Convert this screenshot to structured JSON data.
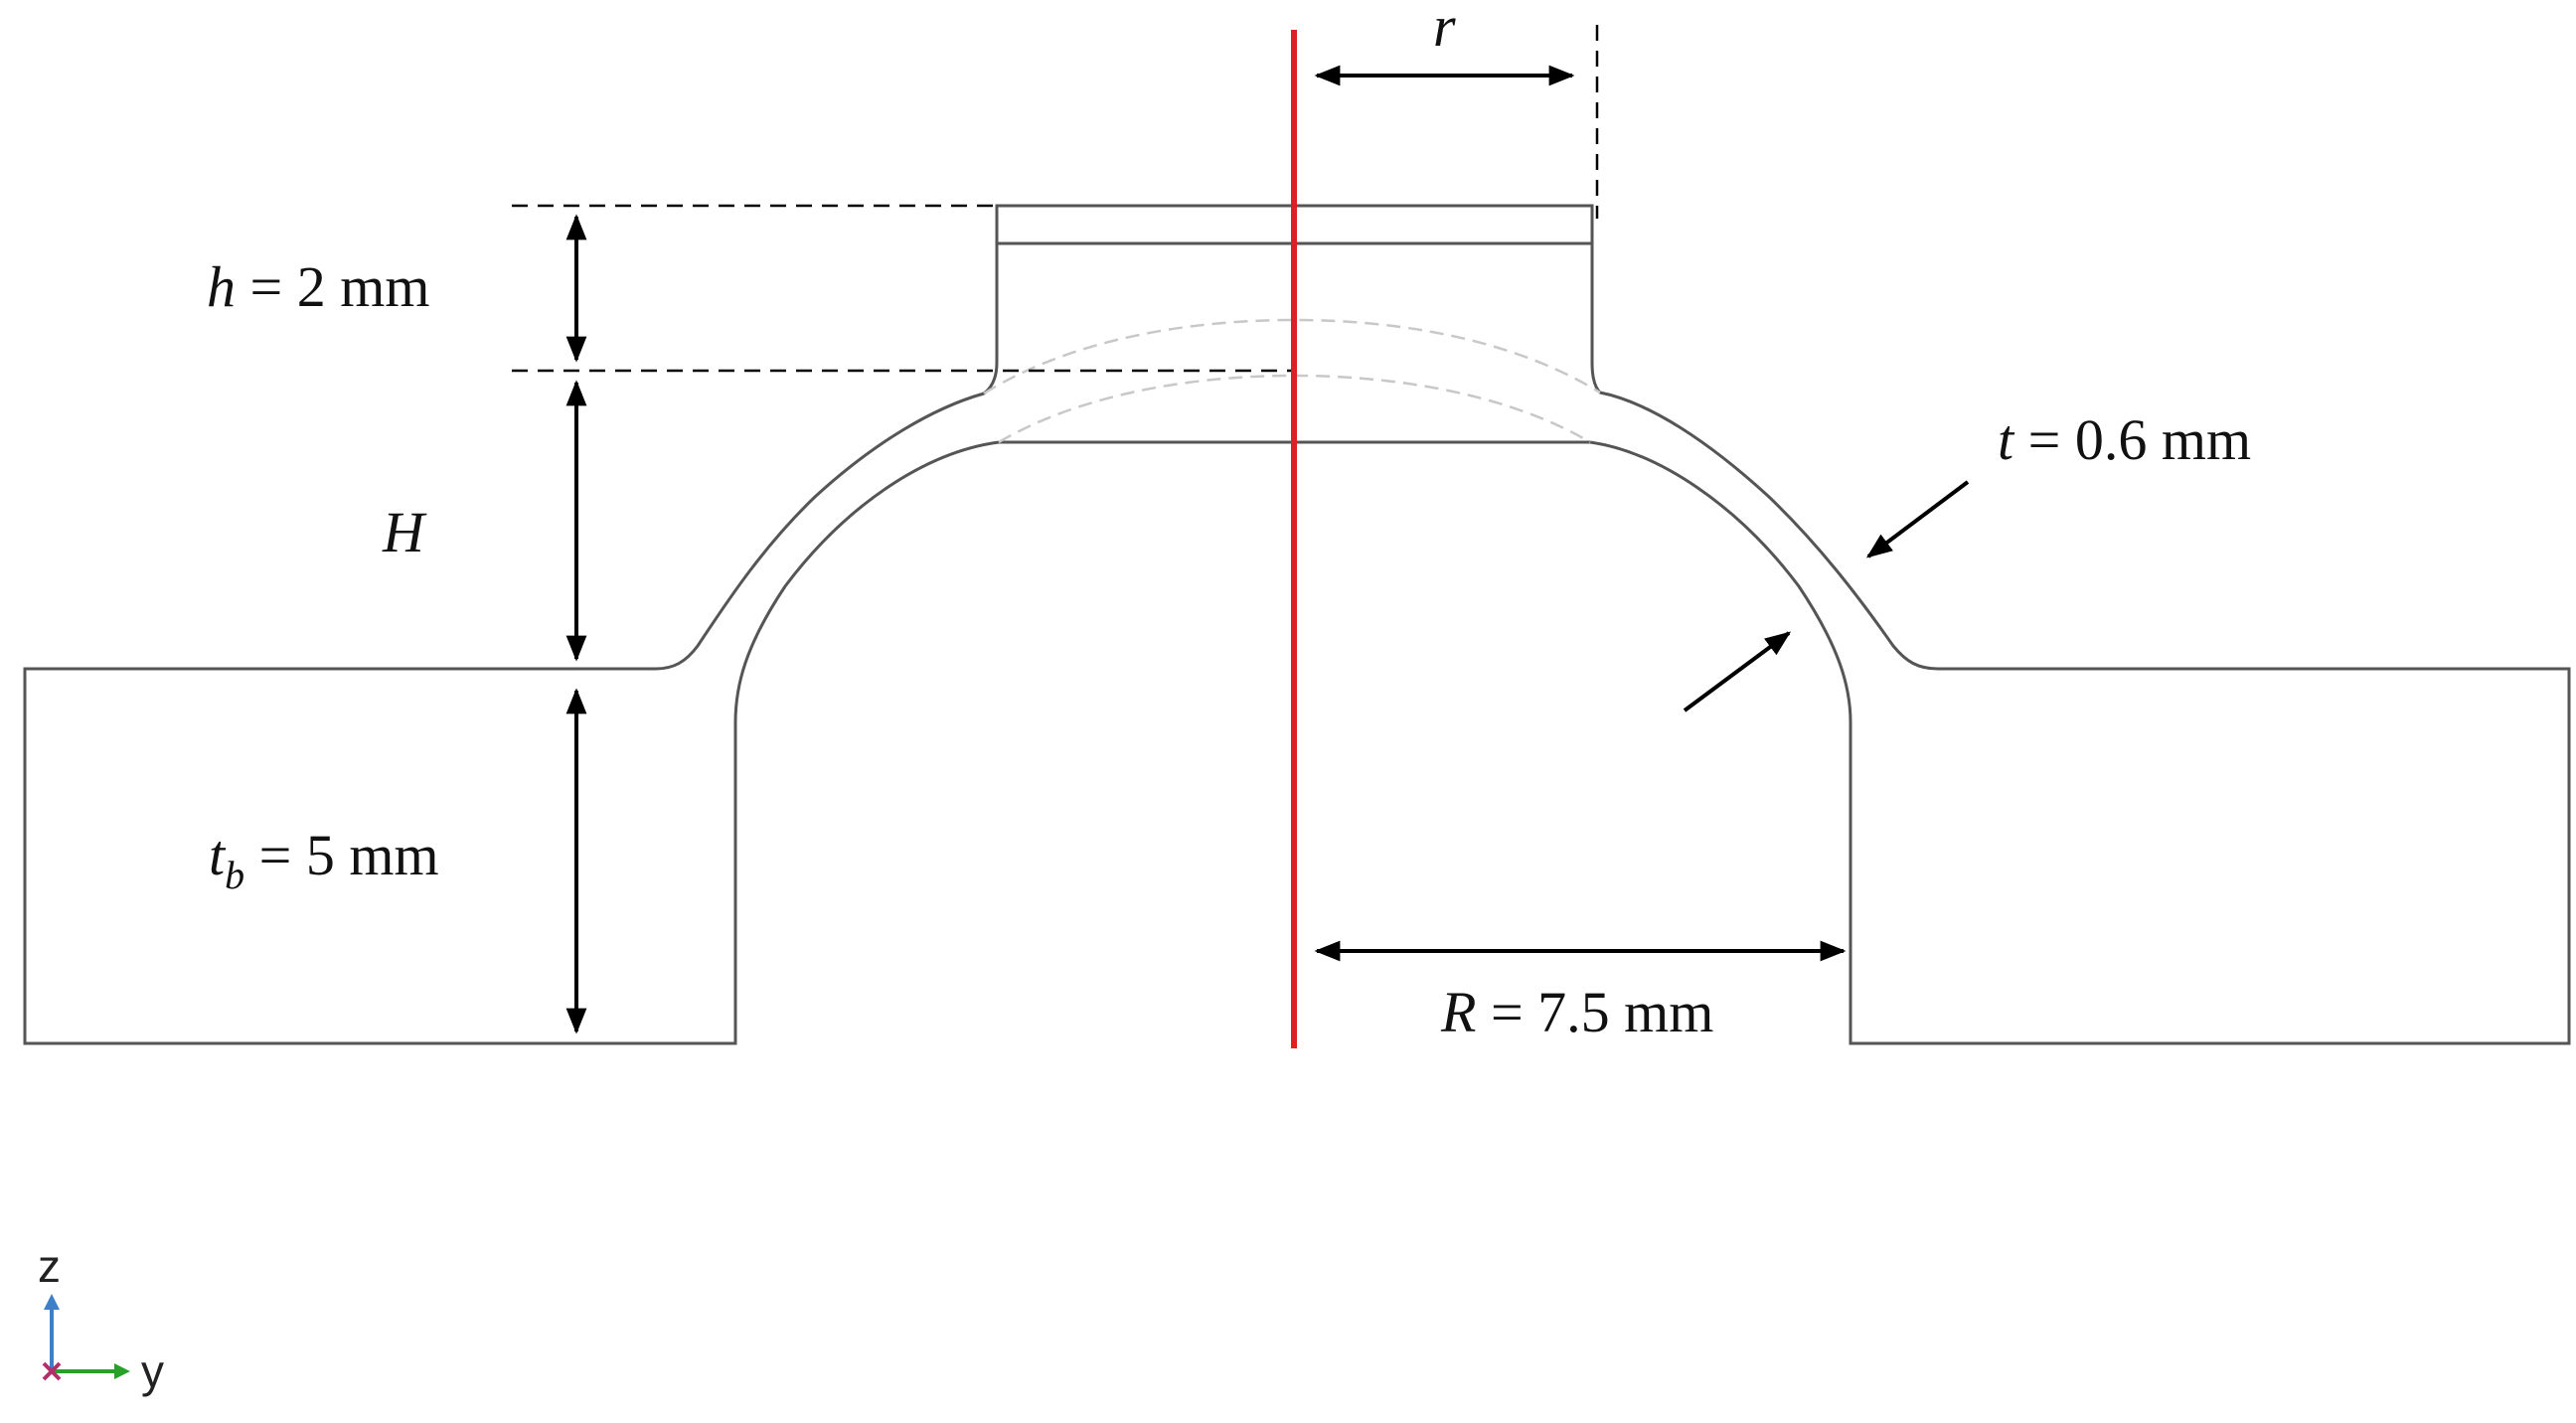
{
  "labels": {
    "r": "r",
    "h_sym": "h",
    "h_val": " = 2 mm",
    "H": "H",
    "tb_sym": "t",
    "tb_sub": "b",
    "tb_val": " = 5 mm",
    "t_sym": "t",
    "t_val": " = 0.6 mm",
    "R_sym": "R",
    "R_val": " = 7.5 mm"
  },
  "axes": {
    "z": "z",
    "y": "y",
    "x": "x"
  },
  "colors": {
    "outline": "#555555",
    "symmetry_axis": "#e02020",
    "dimension": "#000000",
    "hidden_line": "#c8c8c8",
    "axis_z": "#3f7fc8",
    "axis_y": "#2aa02a",
    "axis_x": "#b0306a"
  }
}
